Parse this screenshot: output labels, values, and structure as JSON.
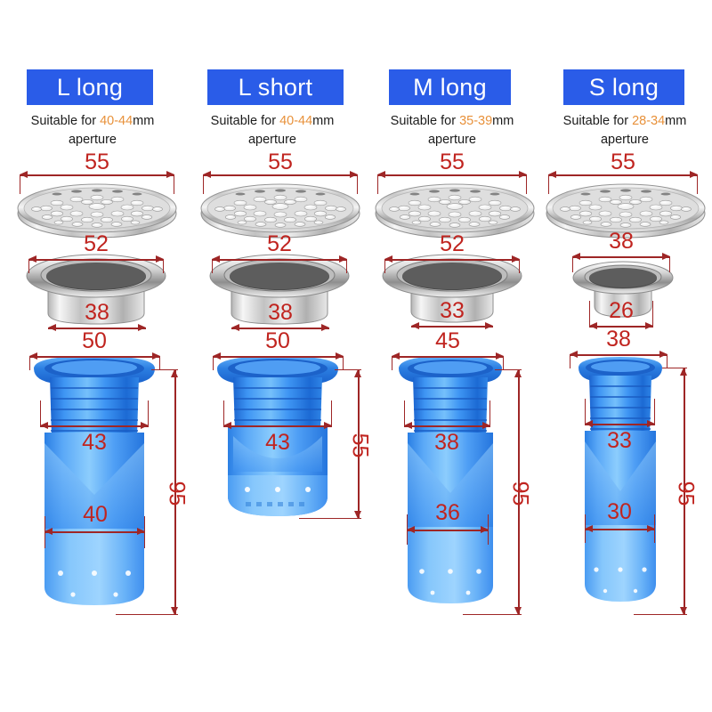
{
  "page": {
    "background": "#ffffff",
    "badge_color": "#2a5ce8",
    "badge_text_color": "#ffffff",
    "dimension_color": "#c0241f",
    "dimension_line_color": "#9e2626",
    "aperture_range_color": "#e8913a",
    "steel_color": "#c8c8c8",
    "trap_blue_dark": "#1f74e0",
    "trap_blue_light": "#6bb4fa",
    "unit": "mm"
  },
  "columns": [
    {
      "id": "l-long",
      "badge": "L long",
      "subtitle_prefix": "Suitable for ",
      "aperture_range": "40-44",
      "subtitle_suffix": "mm",
      "subtitle_line2": "aperture",
      "strainer_diameter": "55",
      "cup_flange_diameter": "52",
      "cup_body_diameter": "38",
      "trap_flange_width": "50",
      "trap_neck_width": "43",
      "trap_base_width": "40",
      "trap_height": "95"
    },
    {
      "id": "l-short",
      "badge": "L short",
      "subtitle_prefix": "Suitable for ",
      "aperture_range": "40-44",
      "subtitle_suffix": "mm",
      "subtitle_line2": "aperture",
      "strainer_diameter": "55",
      "cup_flange_diameter": "52",
      "cup_body_diameter": "38",
      "trap_flange_width": "50",
      "trap_neck_width": "43",
      "trap_base_width": null,
      "trap_height": "55"
    },
    {
      "id": "m-long",
      "badge": "M long",
      "subtitle_prefix": "Suitable for ",
      "aperture_range": "35-39",
      "subtitle_suffix": "mm",
      "subtitle_line2": "aperture",
      "strainer_diameter": "55",
      "cup_flange_diameter": "52",
      "cup_body_diameter": "33",
      "trap_flange_width": "45",
      "trap_neck_width": "38",
      "trap_base_width": "36",
      "trap_height": "95"
    },
    {
      "id": "s-long",
      "badge": "S long",
      "subtitle_prefix": "Suitable for ",
      "aperture_range": "28-34",
      "subtitle_suffix": "mm",
      "subtitle_line2": "aperture",
      "strainer_diameter": "55",
      "cup_flange_diameter": "38",
      "cup_body_diameter": "26",
      "trap_flange_width": "38",
      "trap_neck_width": "33",
      "trap_base_width": "30",
      "trap_height": "95"
    }
  ]
}
